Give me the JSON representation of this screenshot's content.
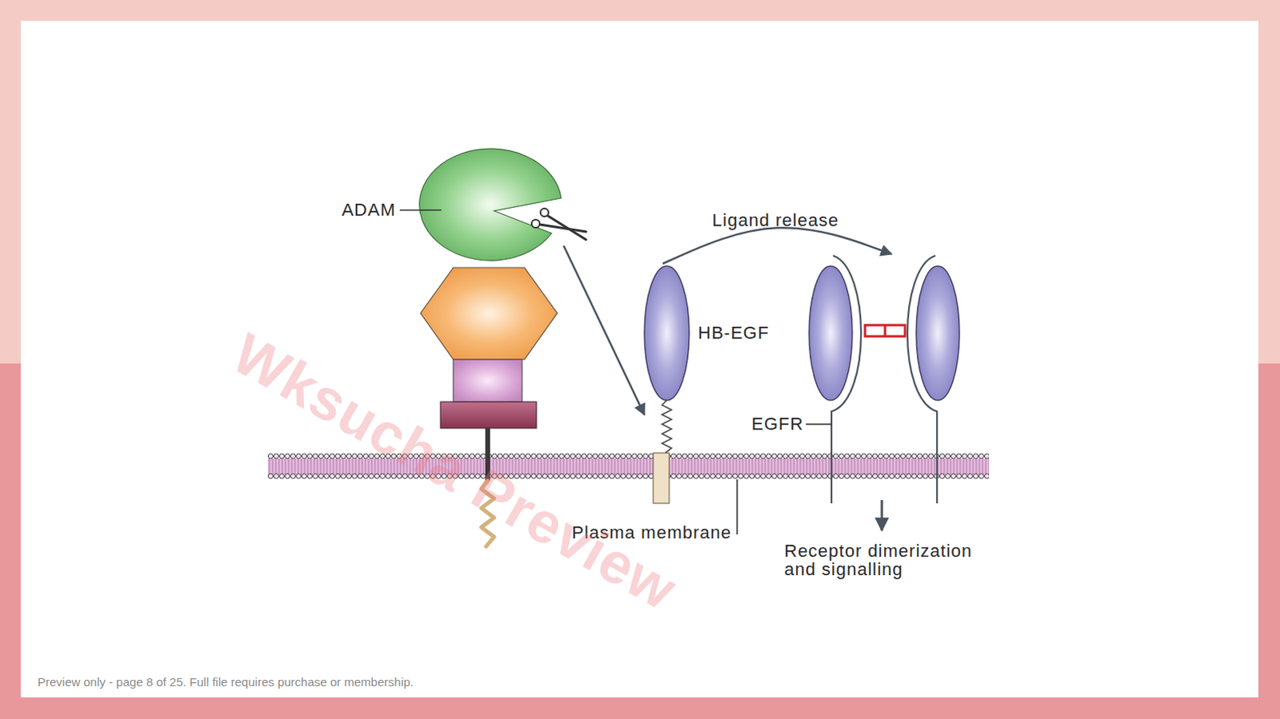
{
  "diagram": {
    "nodes": [
      {
        "text": [
          "ADAM"
        ]
      },
      {
        "text": [
          "HB-EGF"
        ]
      },
      {
        "text": [
          "EGFR"
        ]
      }
    ],
    "edges": [
      {
        "from": 0,
        "to": 1,
        "arrow": "to"
      },
      {
        "from": 1,
        "to": 2,
        "label": "Ligand release",
        "arrow": "to"
      }
    ],
    "labels": [
      "Plasma membrane",
      "Receptor dimerization and signalling",
      "Wksucha Preview",
      "Preview only - page 8 of 25. Full file requires purchase or membership."
    ]
  }
}
